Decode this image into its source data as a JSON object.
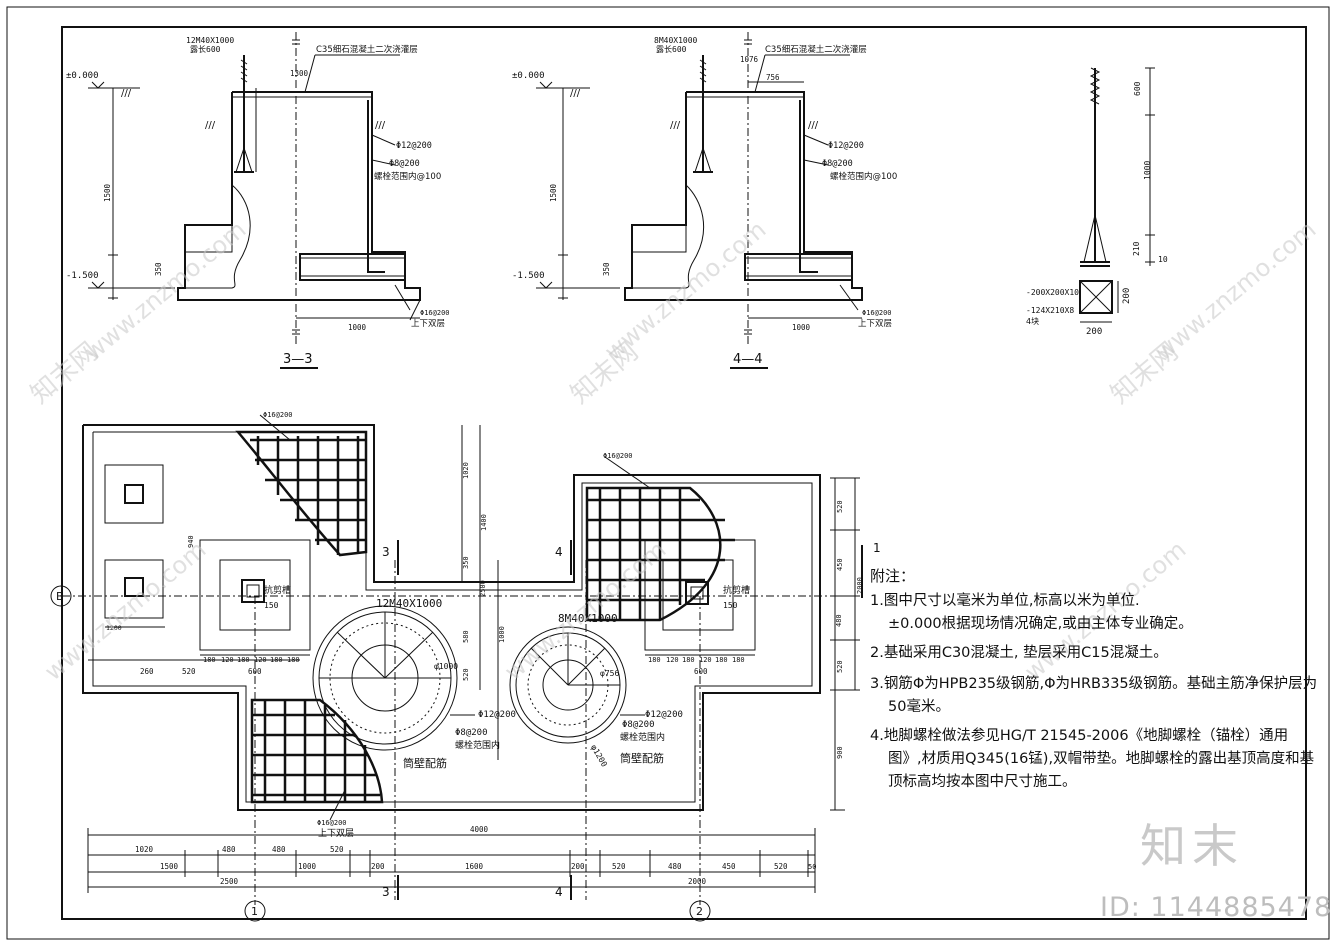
{
  "sections": {
    "s33": {
      "title": "3—3",
      "bolt": "12M40X1000",
      "bolt_len": "露长600",
      "grout": "C35细石混凝土二次浇灌层",
      "elev_top": "±0.000",
      "elev_bot": "-1.500",
      "dims": [
        "1300",
        "1000",
        "1500",
        "350",
        "100",
        "1000",
        "600"
      ],
      "rebar1": "Φ12@200",
      "rebar2": "Φ8@200",
      "bolt_range": "螺栓范围内@100",
      "base_rebar": "Φ16@200",
      "double": "上下双层"
    },
    "s44": {
      "title": "4—4",
      "bolt": "8M40X1000",
      "bolt_len": "露长600",
      "grout": "C35细石混凝土二次浇灌层",
      "elev_top": "±0.000",
      "elev_bot": "-1.500",
      "dims": [
        "1076",
        "756",
        "1000",
        "1500",
        "350",
        "100",
        "1000",
        "600"
      ],
      "rebar1": "Φ12@200",
      "rebar2": "Φ8@200",
      "bolt_range": "螺栓范围内@100",
      "base_rebar": "Φ16@200",
      "double": "上下双层"
    }
  },
  "bolt_detail": {
    "dims": [
      "600",
      "1000",
      "210",
      "10",
      "200",
      "200"
    ],
    "plate1": "-200X200X10",
    "plate2": "-124X210X8",
    "qty": "4块"
  },
  "plan": {
    "bolt_a": "12M40X1000",
    "bolt_b": "8M40X1000",
    "rebar_top": "Φ16@200",
    "rebar_bot": "Φ16@200",
    "double": "上下双层",
    "r1": "Φ12@200",
    "r2": "Φ8@200",
    "range": "螺栓范围内",
    "wall": "筒壁配筋",
    "shear": "抗剪槽",
    "shear_dim": "150",
    "grid1": "1",
    "grid2": "2",
    "gridB": "B",
    "cut3": "3",
    "cut4": "4",
    "sec1": "1",
    "d_bottom1": [
      "1020",
      "480",
      "480",
      "520"
    ],
    "d_bottom2": [
      "1500",
      "1000",
      "200",
      "1600",
      "200",
      "520",
      "480",
      "450",
      "520",
      "50"
    ],
    "d_bottom3": [
      "2500",
      "2000"
    ],
    "d_total": "4000",
    "d_left": [
      "260",
      "520",
      "600"
    ],
    "d_cols": [
      "180",
      "120",
      "180",
      "120",
      "180",
      "180",
      "120",
      "180",
      "120",
      "180"
    ],
    "d_right": [
      "520",
      "450",
      "480",
      "520",
      "900",
      "2000"
    ],
    "d_mid": [
      "1020",
      "1400",
      "350",
      "2500",
      "580",
      "1000",
      "520"
    ],
    "d_small": [
      "200",
      "200",
      "940",
      "100",
      "1200"
    ],
    "radii": [
      "φ1000",
      "φ756",
      "φ1200"
    ]
  },
  "notes": {
    "title": "附注：",
    "items": [
      "1.图中尺寸以毫米为单位,标高以米为单位.",
      "±0.000根据现场情况确定,或由主体专业确定。",
      "2.基础采用C30混凝土, 垫层采用C15混凝土。",
      "3.钢筋Φ为HPB235级钢筋,Φ为HRB335级钢筋。基础主筋净保护层为50毫米。",
      "4.地脚螺栓做法参见HG/T 21545-2006《地脚螺栓（锚栓）通用图》,材质用Q345(16锰),双帽带垫。地脚螺栓的露出基顶高度和基顶标高均按本图中尺寸施工。"
    ]
  },
  "watermark": {
    "site": "www.znzmo.com",
    "logo": "知末",
    "id": "ID: 1144885478",
    "brand": "知末网"
  }
}
